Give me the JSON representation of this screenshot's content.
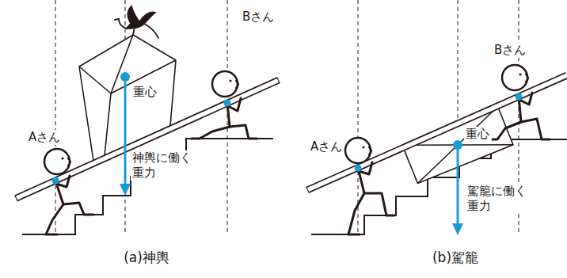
{
  "diagram": {
    "labels": [
      "Aさん",
      "重心",
      "神輿に働く 重力",
      "Bさん",
      "(a)神輿",
      "Aさん",
      "Bさん",
      "重心",
      "駕籠に働く 重力",
      "(b)駕籠"
    ]
  }
}
